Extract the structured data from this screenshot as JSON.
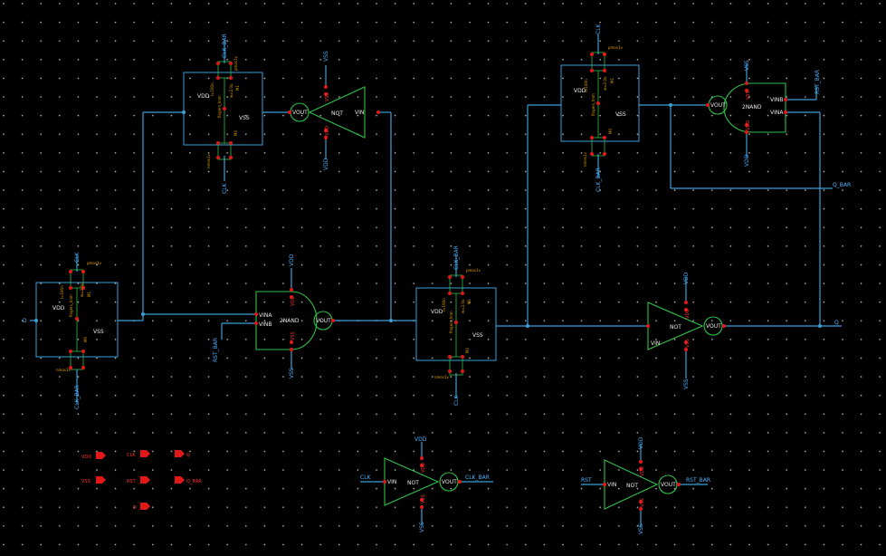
{
  "nets": {
    "vdd": "VDD",
    "vss": "VSS",
    "clk": "CLK",
    "clk_bar": "CLK_BAR",
    "rst": "RST",
    "rst_bar": "RST_BAR",
    "d": "D",
    "q": "Q",
    "q_bar": "Q_BAR"
  },
  "cells": {
    "not": "NOT",
    "nand": "2NAND",
    "vin": "VIN",
    "vout": "VOUT",
    "vina": "VINA",
    "vinb": "VINB",
    "vdd": "VDD",
    "vss": "VSS"
  },
  "tg": {
    "pmos": "pmos1v",
    "nmos": "nmos1v",
    "m0": "M0",
    "m1": "M1",
    "w": "w=2.0u",
    "l": "l=100n",
    "fingers": "fingers_hnm"
  },
  "pins": {
    "vdd": "VDD",
    "vss": "VSS",
    "clk": "CLK",
    "rst": "RST",
    "d": "D",
    "q": "Q",
    "q_bar": "Q_BAR"
  },
  "colors": {
    "background": "#000000",
    "wire": "#3aa0d8",
    "gate": "#2fc04a",
    "pin": "#e01818",
    "net_label": "#4ab2ff"
  }
}
